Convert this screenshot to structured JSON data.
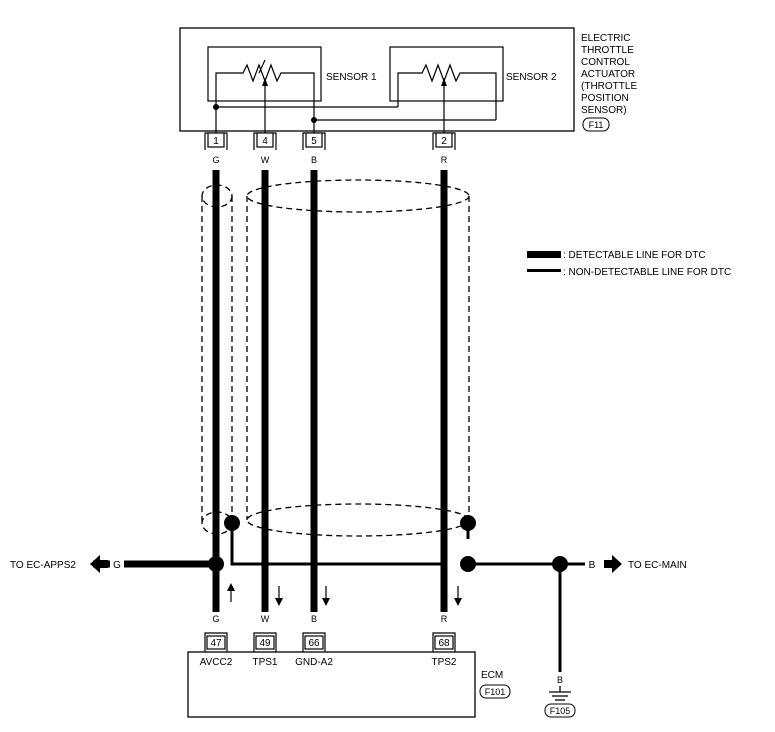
{
  "actuator": {
    "title_lines": [
      "ELECTRIC",
      "THROTTLE",
      "CONTROL",
      "ACTUATOR",
      "(THROTTLE",
      "POSITION",
      "SENSOR)"
    ],
    "connector_id": "F11",
    "sensor1_label": "SENSOR 1",
    "sensor2_label": "SENSOR 2",
    "pins": [
      {
        "pin": "1",
        "color": "G"
      },
      {
        "pin": "4",
        "color": "W"
      },
      {
        "pin": "5",
        "color": "B"
      },
      {
        "pin": "2",
        "color": "R"
      }
    ]
  },
  "ecm": {
    "label": "ECM",
    "connector_id": "F101",
    "pins": [
      {
        "pin": "47",
        "color": "G",
        "name": "AVCC2"
      },
      {
        "pin": "49",
        "color": "W",
        "name": "TPS1"
      },
      {
        "pin": "66",
        "color": "B",
        "name": "GND-A2"
      },
      {
        "pin": "68",
        "color": "R",
        "name": "TPS2"
      }
    ]
  },
  "legend": {
    "detectable": ": DETECTABLE LINE FOR DTC",
    "non_detectable": ": NON-DETECTABLE LINE FOR DTC"
  },
  "left_branch": {
    "text": "TO EC-APPS2",
    "color": "G"
  },
  "right_branch": {
    "text": "TO EC-MAIN",
    "color": "B"
  },
  "ground": {
    "color": "B",
    "connector_id": "F105"
  }
}
